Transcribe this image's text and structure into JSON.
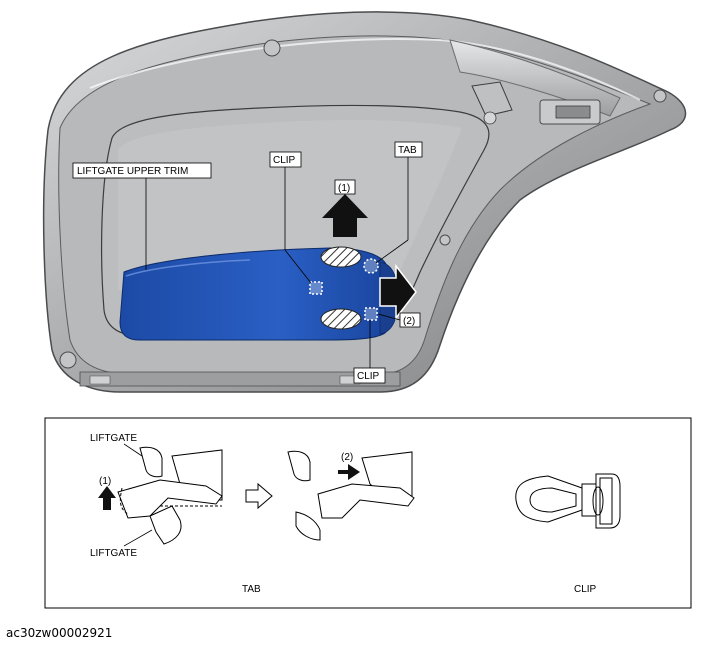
{
  "labels": {
    "trim": "LIFTGATE UPPER TRIM",
    "clip_top": "CLIP",
    "tab_top": "TAB",
    "step1_top": "(1)",
    "step2_top": "(2)",
    "clip_bottom": "CLIP",
    "detail_liftgate_top": "LIFTGATE",
    "detail_liftgate_bottom": "LIFTGATE",
    "detail_step1": "(1)",
    "detail_step2": "(2)",
    "detail_tab_caption": "TAB",
    "detail_clip_caption": "CLIP"
  },
  "colors": {
    "trim_blue": "#1f54b8",
    "liftgate_gray": "#a9abad",
    "inner_gray": "#8d8f91",
    "window_gray": "#b9babb"
  },
  "figure_id": "ac30zw00002921"
}
